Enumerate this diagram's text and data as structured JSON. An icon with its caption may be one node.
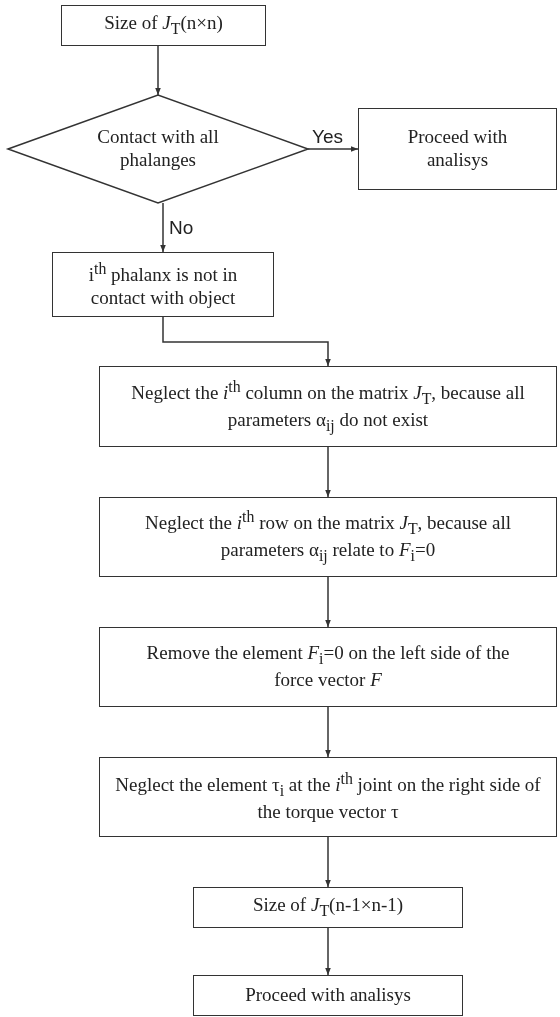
{
  "diagram": {
    "nodes": [
      {
        "text": [
          "Size of *J*$_{T}$(n×n)"
        ]
      },
      {
        "text": [
          "Contact with all phalanges"
        ]
      },
      {
        "text": [
          "Proceed with analisys"
        ]
      },
      {
        "text": [
          "i$^{th}$ phalanx is not in contact with object"
        ]
      },
      {
        "text": [
          "Neglect the *i*$^{th}$ column on the matrix *J*$_{T}$, because all parameters α$_{ij}$ do not exist"
        ]
      },
      {
        "text": [
          "Neglect the *i*$^{th}$ row on the matrix *J*$_{T}$, because all parameters α$_{ij}$ relate to *F*$_{i}$=0"
        ]
      },
      {
        "text": [
          "Remove the element *F*$_{i}$=0 on the left side of the force vector *F*"
        ]
      },
      {
        "text": [
          "Neglect the element τ$_{i}$ at the *i*$^{th}$ joint on the right side of the torque vector τ"
        ]
      },
      {
        "text": [
          "Size of *J*$_{T}$(n-1×n-1)"
        ]
      },
      {
        "text": [
          "Proceed with analisys"
        ]
      }
    ],
    "edges": [
      {
        "from": 0,
        "to": 1,
        "arrow": "to"
      },
      {
        "from": 1,
        "to": 2,
        "arrow": "to",
        "label": "Yes"
      },
      {
        "from": 1,
        "to": 3,
        "arrow": "to",
        "label": "No"
      },
      {
        "from": 3,
        "to": 4,
        "arrow": "to"
      },
      {
        "from": 4,
        "to": 5,
        "arrow": "to"
      },
      {
        "from": 5,
        "to": 6,
        "arrow": "to"
      },
      {
        "from": 6,
        "to": 7,
        "arrow": "to"
      },
      {
        "from": 7,
        "to": 8,
        "arrow": "to"
      },
      {
        "from": 8,
        "to": 9,
        "arrow": "to"
      }
    ]
  }
}
